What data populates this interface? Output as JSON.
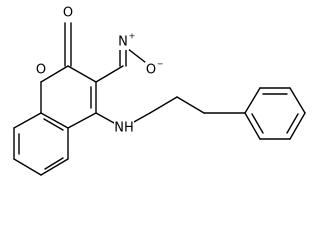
{
  "molecule": {
    "atoms": {
      "carbonyl_oxygen": "O",
      "nitro_nitrogen": "N",
      "nitro_nitrogen_charge": "+",
      "nitro_oxygen": "O",
      "nitro_oxygen_charge": "−",
      "ring_oxygen": "O",
      "amine": "NH"
    }
  }
}
